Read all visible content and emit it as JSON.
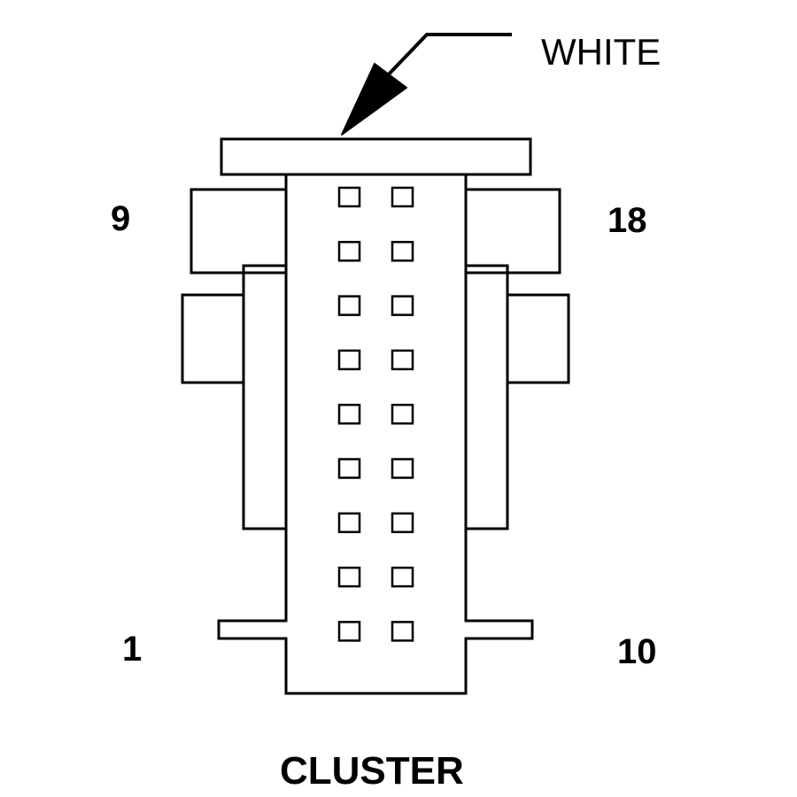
{
  "connector": {
    "wire_color_label": "WHITE",
    "name": "CLUSTER",
    "pin_labels": {
      "top_left": "9",
      "top_right": "18",
      "bottom_left": "1",
      "bottom_right": "10"
    },
    "pin_rows": 9,
    "pin_columns": 2
  },
  "colors": {
    "line": "#000000",
    "background": "#ffffff"
  }
}
